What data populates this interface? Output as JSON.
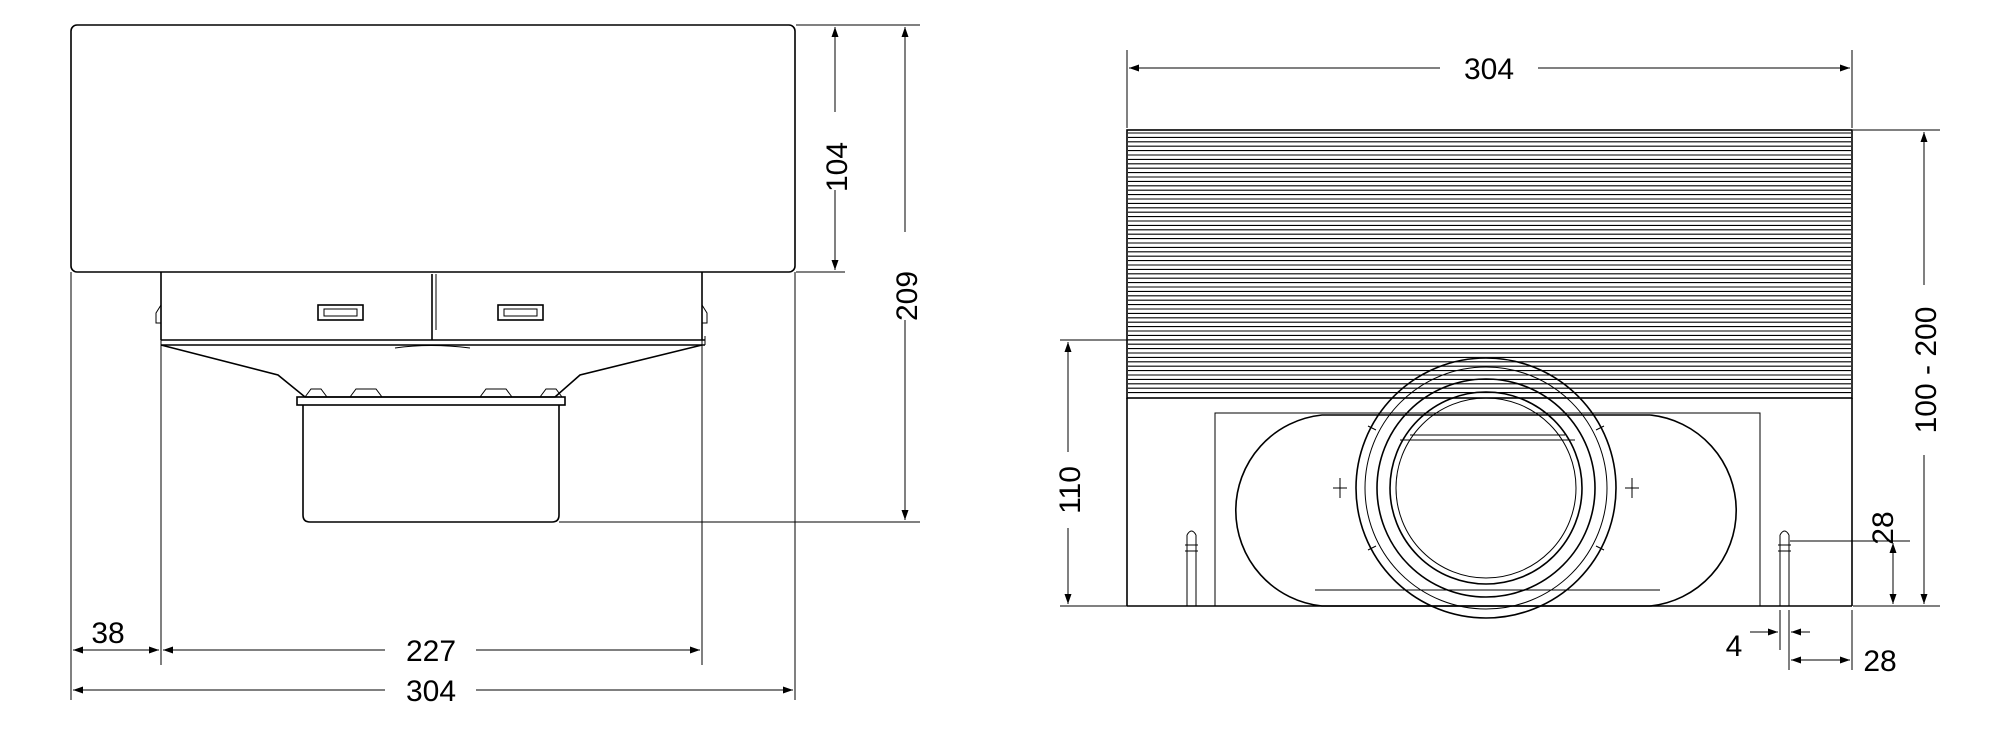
{
  "front_view": {
    "overall_width": "304",
    "inner_width": "227",
    "offset": "38",
    "total_height": "209",
    "top_height": "104"
  },
  "side_view": {
    "width": "304",
    "adjustable_height": "100 - 200",
    "lower_height": "110",
    "anchor_height": "28",
    "anchor_offset": "28",
    "anchor_width": "4"
  }
}
